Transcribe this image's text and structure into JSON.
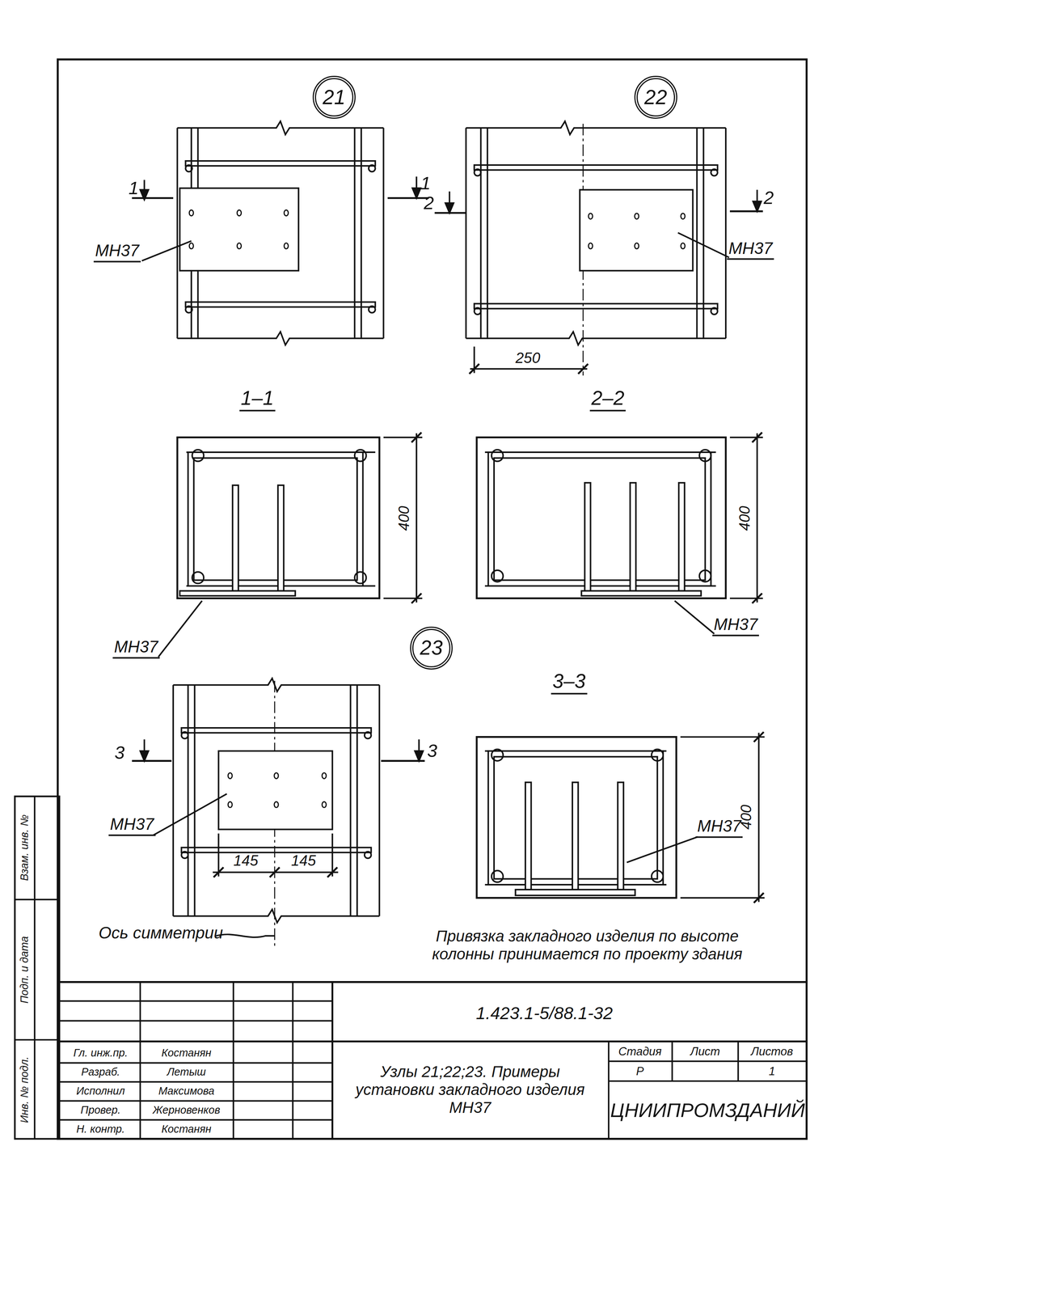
{
  "diagram": {
    "nodes": [
      {
        "text": [
          "21"
        ]
      },
      {
        "text": [
          "22"
        ]
      },
      {
        "text": [
          "23"
        ]
      }
    ],
    "labels": [
      "1",
      "1",
      "МН37",
      "2",
      "2",
      "МН37",
      "250",
      "1–1",
      "2–2",
      "400",
      "400",
      "МН37",
      "МН37",
      "3",
      "3",
      "МН37",
      "145",
      "145",
      "3–3",
      "400",
      "МН37",
      "Ось симметрии",
      "Привязка закладного изделия по высоте колонны принимается по проекту здания",
      "1.423.1-5/88.1-32",
      "Гл. инж.пр.",
      "Костанян",
      "Разраб.",
      "Летыш",
      "Исполнил",
      "Максимова",
      "Провер.",
      "Жерновенков",
      "Н. контр.",
      "Костанян",
      "Узлы 21;22;23. Примеры установки закладного изделия МН37",
      "Стадия",
      "Лист",
      "Листов",
      "Р",
      "1",
      "ЦНИИПРОМЗДАНИЙ",
      "Инв. № подл.",
      "Подп. и дата",
      "Взам. инв. №"
    ]
  }
}
